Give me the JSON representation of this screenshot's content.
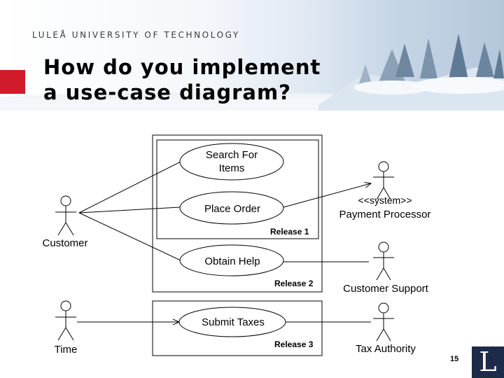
{
  "header": {
    "university": "LULEÅ UNIVERSITY OF TECHNOLOGY",
    "title": "How do you implement\na use-case diagram?"
  },
  "diagram": {
    "actors": [
      {
        "label": "Customer"
      },
      {
        "label": "Time"
      },
      {
        "stereotype": "<<system>>",
        "label": "Payment Processor"
      },
      {
        "label": "Customer Support"
      },
      {
        "label": "Tax Authority"
      }
    ],
    "use_cases": [
      {
        "line1": "Search For",
        "line2": "Items"
      },
      {
        "label": "Place Order"
      },
      {
        "label": "Obtain Help"
      },
      {
        "label": "Submit Taxes"
      }
    ],
    "releases": [
      "Release 1",
      "Release 2",
      "Release 3"
    ]
  },
  "footer": {
    "page_number": "15",
    "logo_letter": "L"
  },
  "colors": {
    "accent_red": "#d11a2a",
    "logo_navy": "#1e2a4a"
  }
}
